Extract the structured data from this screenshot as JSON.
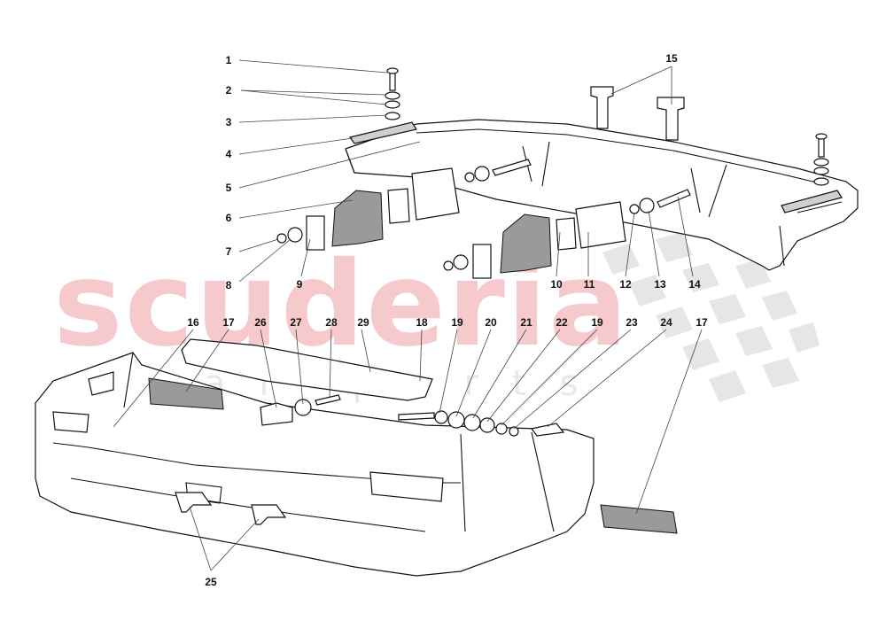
{
  "watermark": {
    "brand": "scuderia",
    "sub": "car parts"
  },
  "callouts": [
    {
      "id": "c1",
      "text": "1"
    },
    {
      "id": "c2",
      "text": "2"
    },
    {
      "id": "c3",
      "text": "3"
    },
    {
      "id": "c4",
      "text": "4"
    },
    {
      "id": "c5",
      "text": "5"
    },
    {
      "id": "c6",
      "text": "6"
    },
    {
      "id": "c7",
      "text": "7"
    },
    {
      "id": "c8",
      "text": "8"
    },
    {
      "id": "c9",
      "text": "9"
    },
    {
      "id": "c10",
      "text": "10"
    },
    {
      "id": "c11",
      "text": "11"
    },
    {
      "id": "c12",
      "text": "12"
    },
    {
      "id": "c13",
      "text": "13"
    },
    {
      "id": "c14",
      "text": "14"
    },
    {
      "id": "c15",
      "text": "15"
    },
    {
      "id": "c16",
      "text": "16"
    },
    {
      "id": "c17a",
      "text": "17"
    },
    {
      "id": "c26",
      "text": "26"
    },
    {
      "id": "c27",
      "text": "27"
    },
    {
      "id": "c28",
      "text": "28"
    },
    {
      "id": "c29",
      "text": "29"
    },
    {
      "id": "c18",
      "text": "18"
    },
    {
      "id": "c19a",
      "text": "19"
    },
    {
      "id": "c20",
      "text": "20"
    },
    {
      "id": "c21",
      "text": "21"
    },
    {
      "id": "c22",
      "text": "22"
    },
    {
      "id": "c19b",
      "text": "19"
    },
    {
      "id": "c23",
      "text": "23"
    },
    {
      "id": "c24",
      "text": "24"
    },
    {
      "id": "c17b",
      "text": "17"
    },
    {
      "id": "c25",
      "text": "25"
    }
  ]
}
